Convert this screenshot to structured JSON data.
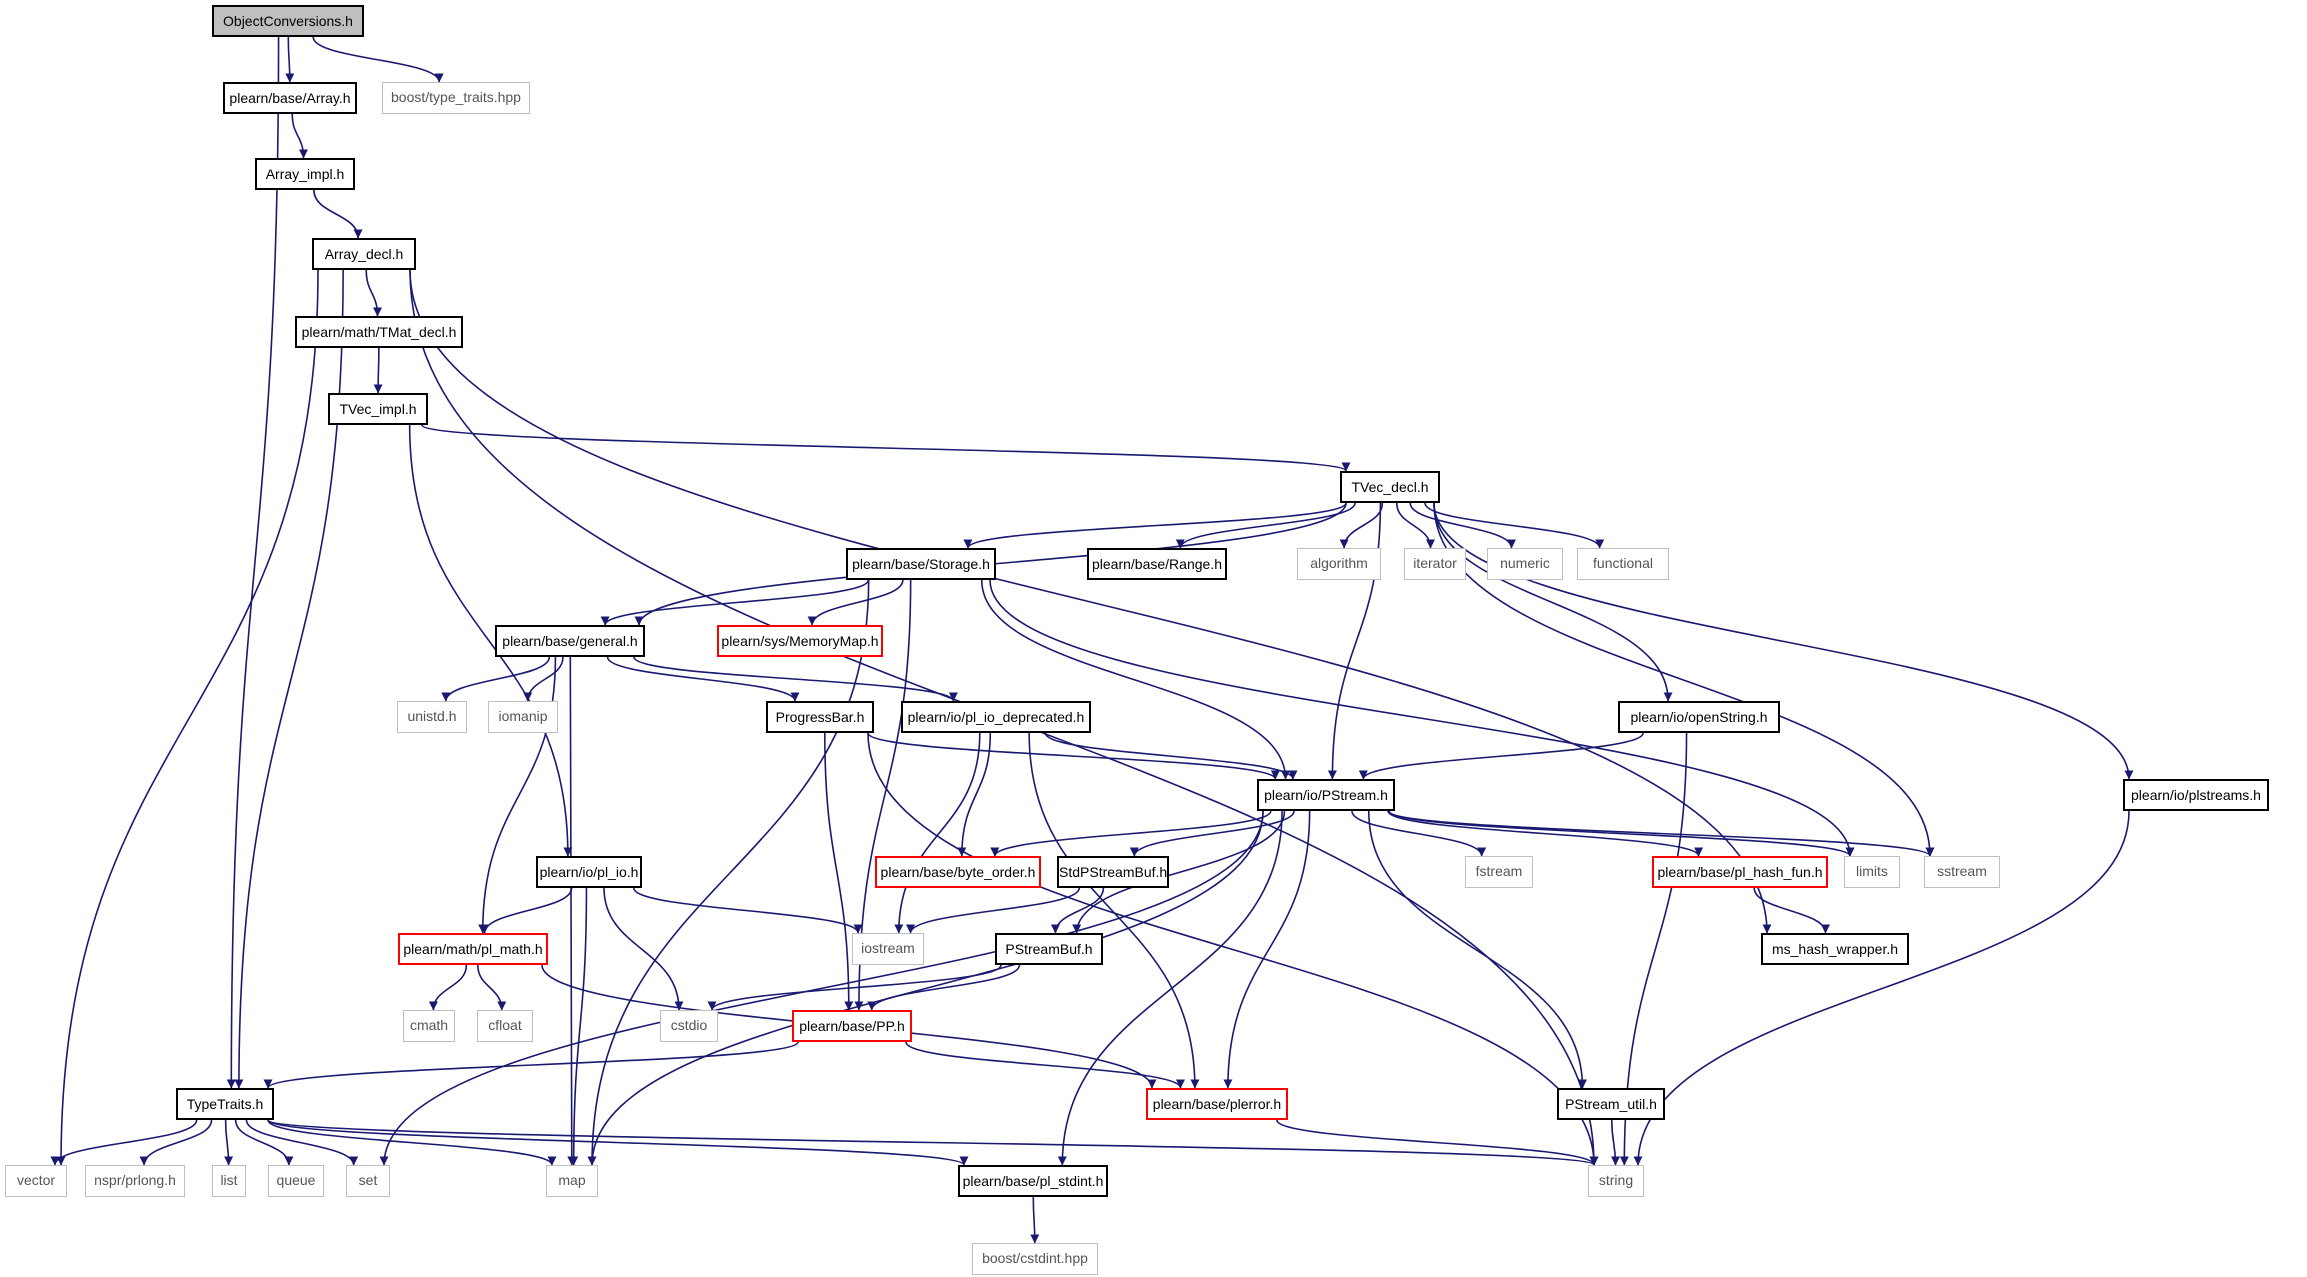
{
  "graph": {
    "edge_color": "#191970",
    "node_border_color": "#000000",
    "missing_target_border_color": "#ff0000",
    "external_border_color": "#bfbfbf",
    "root_fill_color": "#bfbfbf",
    "nodes": [
      {
        "id": "ObjectConversions",
        "label": "ObjectConversions.h",
        "kind": "root"
      },
      {
        "id": "Array",
        "label": "plearn/base/Array.h",
        "kind": "file"
      },
      {
        "id": "type_traits",
        "label": "boost/type_traits.hpp",
        "kind": "external"
      },
      {
        "id": "Array_impl",
        "label": "Array_impl.h",
        "kind": "file"
      },
      {
        "id": "Array_decl",
        "label": "Array_decl.h",
        "kind": "file"
      },
      {
        "id": "TMat_decl",
        "label": "plearn/math/TMat_decl.h",
        "kind": "file"
      },
      {
        "id": "TVec_impl",
        "label": "TVec_impl.h",
        "kind": "file"
      },
      {
        "id": "TVec_decl",
        "label": "TVec_decl.h",
        "kind": "file"
      },
      {
        "id": "Storage",
        "label": "plearn/base/Storage.h",
        "kind": "file"
      },
      {
        "id": "Range",
        "label": "plearn/base/Range.h",
        "kind": "file"
      },
      {
        "id": "algorithm",
        "label": "algorithm",
        "kind": "external"
      },
      {
        "id": "iterator",
        "label": "iterator",
        "kind": "external"
      },
      {
        "id": "numeric",
        "label": "numeric",
        "kind": "external"
      },
      {
        "id": "functional",
        "label": "functional",
        "kind": "external"
      },
      {
        "id": "general",
        "label": "plearn/base/general.h",
        "kind": "file"
      },
      {
        "id": "MemoryMap",
        "label": "plearn/sys/MemoryMap.h",
        "kind": "file-red"
      },
      {
        "id": "unistd",
        "label": "unistd.h",
        "kind": "external"
      },
      {
        "id": "iomanip",
        "label": "iomanip",
        "kind": "external"
      },
      {
        "id": "ProgressBar",
        "label": "ProgressBar.h",
        "kind": "file"
      },
      {
        "id": "pl_io_deprecated",
        "label": "plearn/io/pl_io_deprecated.h",
        "kind": "file"
      },
      {
        "id": "openString",
        "label": "plearn/io/openString.h",
        "kind": "file"
      },
      {
        "id": "plstreams",
        "label": "plearn/io/plstreams.h",
        "kind": "file"
      },
      {
        "id": "PStream",
        "label": "plearn/io/PStream.h",
        "kind": "file"
      },
      {
        "id": "byte_order",
        "label": "plearn/base/byte_order.h",
        "kind": "file-red"
      },
      {
        "id": "StdPStreamBuf",
        "label": "StdPStreamBuf.h",
        "kind": "file"
      },
      {
        "id": "fstream",
        "label": "fstream",
        "kind": "external"
      },
      {
        "id": "pl_hash_fun",
        "label": "plearn/base/pl_hash_fun.h",
        "kind": "file-red"
      },
      {
        "id": "limits",
        "label": "limits",
        "kind": "external"
      },
      {
        "id": "sstream",
        "label": "sstream",
        "kind": "external"
      },
      {
        "id": "pl_io",
        "label": "plearn/io/pl_io.h",
        "kind": "file"
      },
      {
        "id": "iostream",
        "label": "iostream",
        "kind": "external"
      },
      {
        "id": "PStreamBuf",
        "label": "PStreamBuf.h",
        "kind": "file"
      },
      {
        "id": "ms_hash_wrapper",
        "label": "ms_hash_wrapper.h",
        "kind": "file"
      },
      {
        "id": "pl_math",
        "label": "plearn/math/pl_math.h",
        "kind": "file-red"
      },
      {
        "id": "cmath",
        "label": "cmath",
        "kind": "external"
      },
      {
        "id": "cfloat",
        "label": "cfloat",
        "kind": "external"
      },
      {
        "id": "cstdio",
        "label": "cstdio",
        "kind": "external"
      },
      {
        "id": "PP",
        "label": "plearn/base/PP.h",
        "kind": "file-red"
      },
      {
        "id": "TypeTraits",
        "label": "TypeTraits.h",
        "kind": "file"
      },
      {
        "id": "plerror",
        "label": "plearn/base/plerror.h",
        "kind": "file-red"
      },
      {
        "id": "PStream_util",
        "label": "PStream_util.h",
        "kind": "file"
      },
      {
        "id": "vector",
        "label": "vector",
        "kind": "external"
      },
      {
        "id": "prlong",
        "label": "nspr/prlong.h",
        "kind": "external"
      },
      {
        "id": "list",
        "label": "list",
        "kind": "external"
      },
      {
        "id": "queue",
        "label": "queue",
        "kind": "external"
      },
      {
        "id": "set",
        "label": "set",
        "kind": "external"
      },
      {
        "id": "map",
        "label": "map",
        "kind": "external"
      },
      {
        "id": "pl_stdint",
        "label": "plearn/base/pl_stdint.h",
        "kind": "file"
      },
      {
        "id": "string",
        "label": "string",
        "kind": "external"
      },
      {
        "id": "cstdint",
        "label": "boost/cstdint.hpp",
        "kind": "external"
      }
    ],
    "edges": [
      [
        "ObjectConversions",
        "Array"
      ],
      [
        "ObjectConversions",
        "type_traits"
      ],
      [
        "ObjectConversions",
        "TypeTraits"
      ],
      [
        "Array",
        "Array_impl"
      ],
      [
        "Array_impl",
        "Array_decl"
      ],
      [
        "Array_decl",
        "TMat_decl"
      ],
      [
        "Array_decl",
        "TypeTraits"
      ],
      [
        "Array_decl",
        "vector"
      ],
      [
        "Array_decl",
        "ms_hash_wrapper"
      ],
      [
        "Array_decl",
        "string"
      ],
      [
        "TMat_decl",
        "TVec_impl"
      ],
      [
        "TVec_impl",
        "TVec_decl"
      ],
      [
        "TVec_impl",
        "pl_io"
      ],
      [
        "TVec_decl",
        "Storage"
      ],
      [
        "TVec_decl",
        "Range"
      ],
      [
        "TVec_decl",
        "algorithm"
      ],
      [
        "TVec_decl",
        "iterator"
      ],
      [
        "TVec_decl",
        "numeric"
      ],
      [
        "TVec_decl",
        "functional"
      ],
      [
        "TVec_decl",
        "general"
      ],
      [
        "TVec_decl",
        "PStream"
      ],
      [
        "TVec_decl",
        "openString"
      ],
      [
        "TVec_decl",
        "sstream"
      ],
      [
        "TVec_decl",
        "plstreams"
      ],
      [
        "Storage",
        "general"
      ],
      [
        "Storage",
        "MemoryMap"
      ],
      [
        "Storage",
        "PStream"
      ],
      [
        "Storage",
        "PP"
      ],
      [
        "Storage",
        "map"
      ],
      [
        "Storage",
        "limits"
      ],
      [
        "general",
        "unistd"
      ],
      [
        "general",
        "iomanip"
      ],
      [
        "general",
        "ProgressBar"
      ],
      [
        "general",
        "pl_io_deprecated"
      ],
      [
        "general",
        "pl_math"
      ],
      [
        "general",
        "map"
      ],
      [
        "ProgressBar",
        "PStream"
      ],
      [
        "ProgressBar",
        "PP"
      ],
      [
        "ProgressBar",
        "string"
      ],
      [
        "pl_io_deprecated",
        "PStream"
      ],
      [
        "pl_io_deprecated",
        "byte_order"
      ],
      [
        "pl_io_deprecated",
        "iostream"
      ],
      [
        "pl_io_deprecated",
        "plerror"
      ],
      [
        "openString",
        "PStream"
      ],
      [
        "openString",
        "string"
      ],
      [
        "plstreams",
        "string"
      ],
      [
        "PStream",
        "byte_order"
      ],
      [
        "PStream",
        "StdPStreamBuf"
      ],
      [
        "PStream",
        "fstream"
      ],
      [
        "PStream",
        "pl_hash_fun"
      ],
      [
        "PStream",
        "limits"
      ],
      [
        "PStream",
        "sstream"
      ],
      [
        "PStream",
        "PStreamBuf"
      ],
      [
        "PStream",
        "PStream_util"
      ],
      [
        "PStream",
        "plerror"
      ],
      [
        "PStream",
        "pl_stdint"
      ],
      [
        "PStream",
        "map"
      ],
      [
        "PStream",
        "set"
      ],
      [
        "StdPStreamBuf",
        "PStreamBuf"
      ],
      [
        "StdPStreamBuf",
        "iostream"
      ],
      [
        "pl_hash_fun",
        "ms_hash_wrapper"
      ],
      [
        "pl_io",
        "pl_math"
      ],
      [
        "pl_io",
        "iostream"
      ],
      [
        "pl_io",
        "cstdio"
      ],
      [
        "pl_io",
        "map"
      ],
      [
        "PStreamBuf",
        "PP"
      ],
      [
        "PStreamBuf",
        "cstdio"
      ],
      [
        "pl_math",
        "cmath"
      ],
      [
        "pl_math",
        "cfloat"
      ],
      [
        "pl_math",
        "plerror"
      ],
      [
        "PP",
        "TypeTraits"
      ],
      [
        "PP",
        "plerror"
      ],
      [
        "TypeTraits",
        "vector"
      ],
      [
        "TypeTraits",
        "prlong"
      ],
      [
        "TypeTraits",
        "list"
      ],
      [
        "TypeTraits",
        "queue"
      ],
      [
        "TypeTraits",
        "set"
      ],
      [
        "TypeTraits",
        "map"
      ],
      [
        "TypeTraits",
        "pl_stdint"
      ],
      [
        "TypeTraits",
        "string"
      ],
      [
        "plerror",
        "string"
      ],
      [
        "PStream_util",
        "string"
      ],
      [
        "pl_stdint",
        "cstdint"
      ]
    ]
  }
}
